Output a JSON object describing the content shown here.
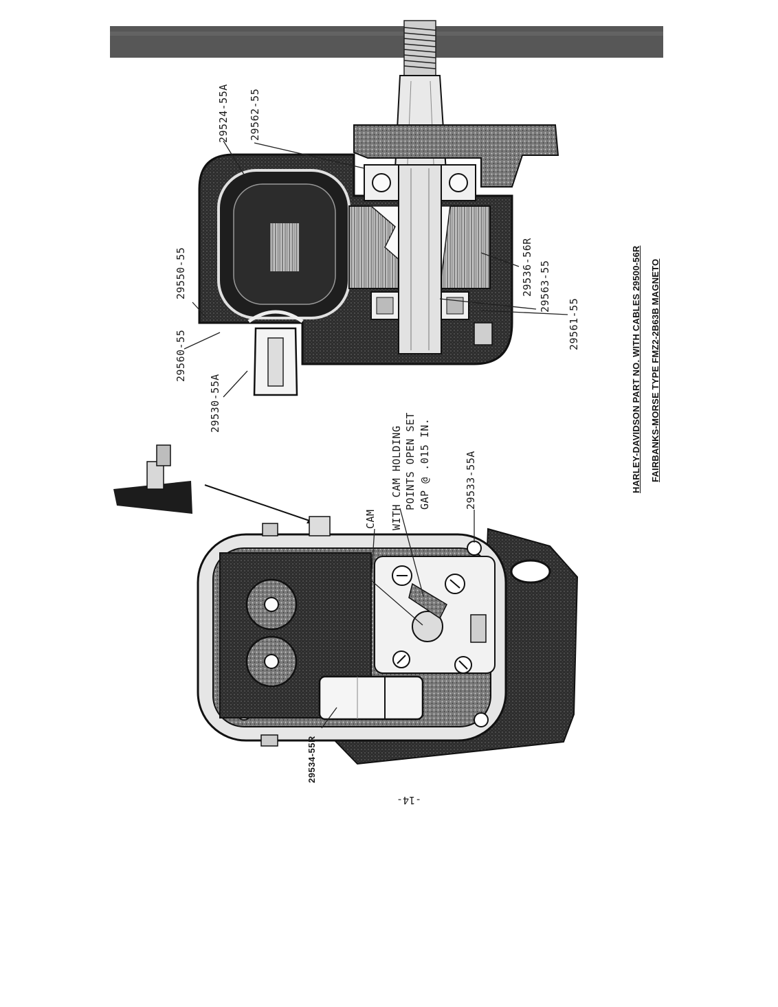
{
  "labels": {
    "p29524": "29524-55A",
    "p29562": "29562-55",
    "p29550": "29550-55",
    "p29560": "29560-55",
    "p29530": "29530-55A",
    "p29536": "29536-56R",
    "p29563": "29563-55",
    "p29561": "29561-55",
    "cam": "CAM",
    "note_line1": "WITH CAM HOLDING",
    "note_line2": "POINTS OPEN SET",
    "note_line3": "GAP @ .015 IN.",
    "p29533": "29533-55A",
    "p29534": "29534-55R"
  },
  "caption": {
    "line1": "HARLEY-DAVIDSON PART NO. WITH CABLES 29500-56R",
    "line2": "FAIRBANKS-MORSE TYPE FMZ2-2B63B MAGNETO"
  },
  "page_number": "-14-"
}
